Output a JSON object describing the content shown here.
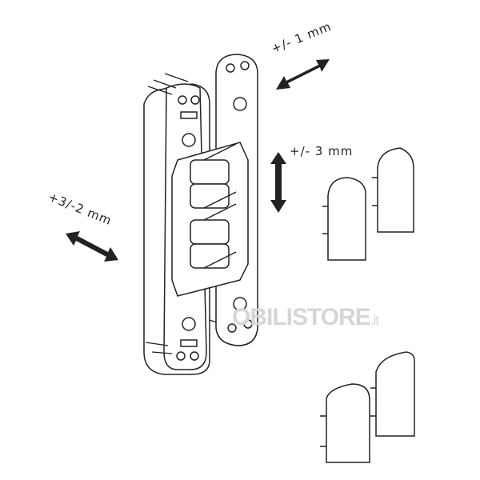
{
  "labels": {
    "depth_adjust": "+/- 1 mm",
    "height_adjust": "+/- 3 mm",
    "lateral_adjust": "+3/-2 mm"
  },
  "watermark": {
    "name": "OBILISTORE",
    "suffix": ".it"
  },
  "colors": {
    "line": "#222222",
    "cap_fill": "#ffffff",
    "watermark": "#d6d6d6"
  }
}
